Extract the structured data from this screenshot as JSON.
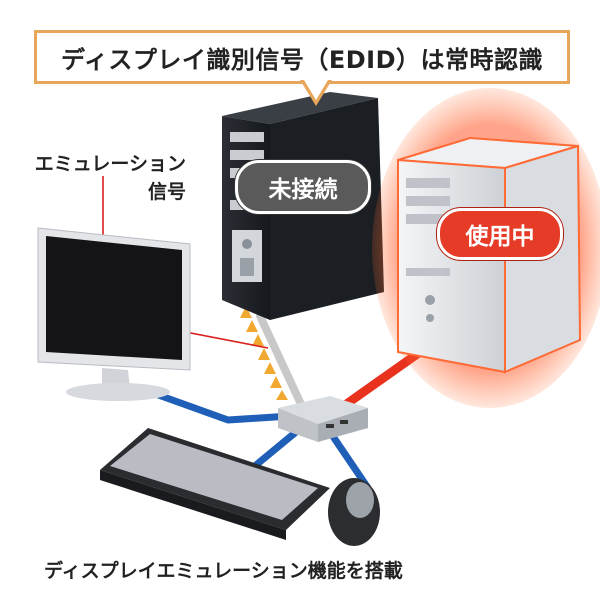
{
  "callout": {
    "text": "ディスプレイ識別信号（EDID）は常時認識"
  },
  "emulation_label": {
    "line1": "エミュレーション",
    "line2": "信号"
  },
  "pc_idle": {
    "status": "未接続"
  },
  "pc_active": {
    "status": "使用中"
  },
  "caption": {
    "text": "ディスプレイエミュレーション機能を搭載"
  },
  "colors": {
    "active_cable": "#e8321e",
    "display_cable": "#1f5fb8",
    "idle_cable": "#c8c8c8",
    "emulation_line": "#d8201e",
    "emulation_arrows": "#f0a830",
    "callout_border": "#e7a65a"
  }
}
